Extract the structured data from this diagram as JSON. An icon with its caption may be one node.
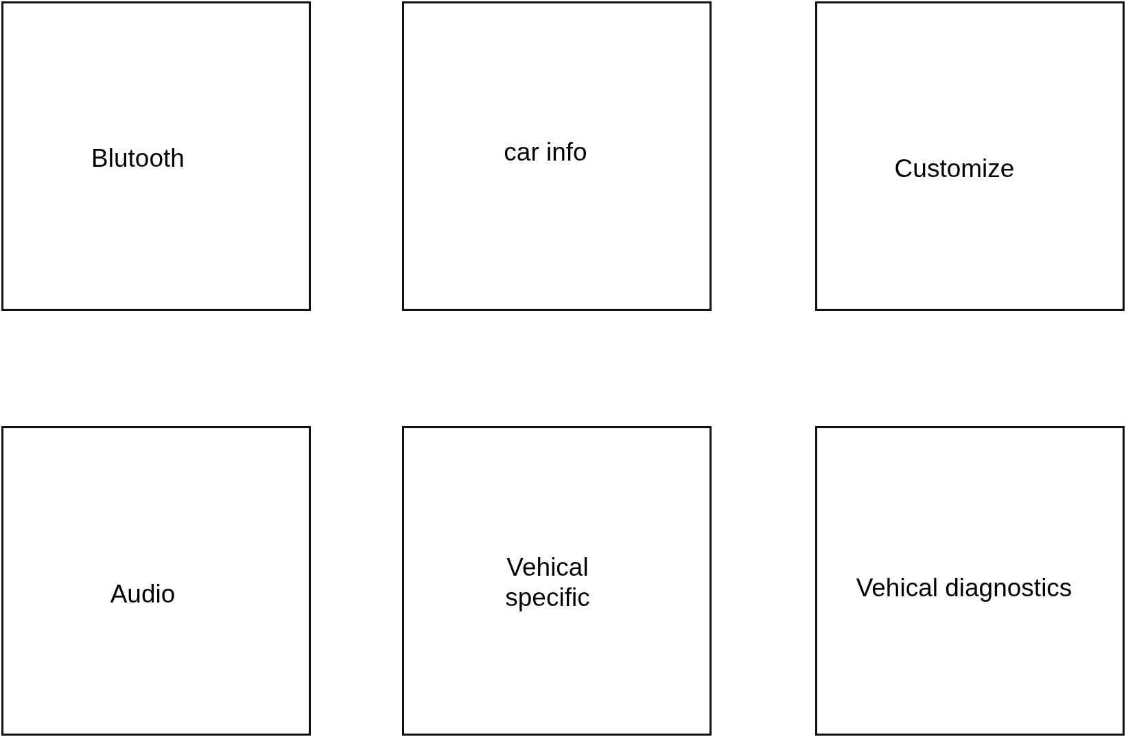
{
  "diagram": {
    "nodes": [
      {
        "text": [
          "Blutooth"
        ]
      },
      {
        "text": [
          "car info"
        ]
      },
      {
        "text": [
          "Customize"
        ]
      },
      {
        "text": [
          "Audio"
        ]
      },
      {
        "text": [
          "Vehical specific"
        ]
      },
      {
        "text": [
          "Vehical diagnostics"
        ]
      }
    ]
  }
}
